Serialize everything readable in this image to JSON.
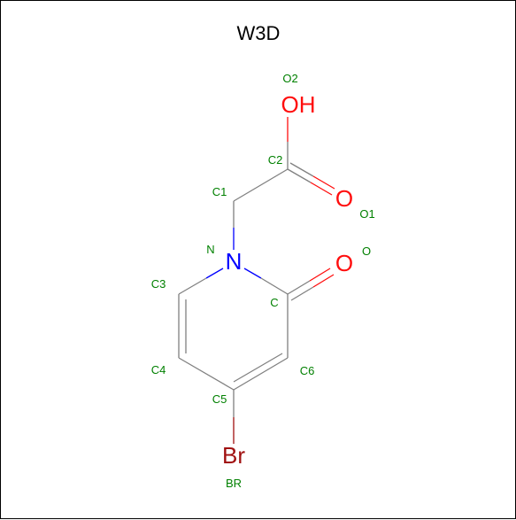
{
  "title": "W3D",
  "colors": {
    "carbon_bond": "#808080",
    "oxygen": "#ff0d0d",
    "nitrogen": "#0000ff",
    "bromine": "#a01010",
    "atom_label": "#008000",
    "title": "#000000"
  },
  "atoms": {
    "O2": {
      "name": "O2",
      "symbol": "OH"
    },
    "C2": {
      "name": "C2"
    },
    "C1": {
      "name": "C1"
    },
    "O1": {
      "name": "O1",
      "symbol": "O"
    },
    "N": {
      "name": "N",
      "symbol": "N"
    },
    "O": {
      "name": "O",
      "symbol": "O"
    },
    "C3": {
      "name": "C3"
    },
    "C": {
      "name": "C"
    },
    "C4": {
      "name": "C4"
    },
    "C6": {
      "name": "C6"
    },
    "C5": {
      "name": "C5"
    },
    "BR": {
      "name": "BR",
      "symbol": "Br"
    }
  }
}
